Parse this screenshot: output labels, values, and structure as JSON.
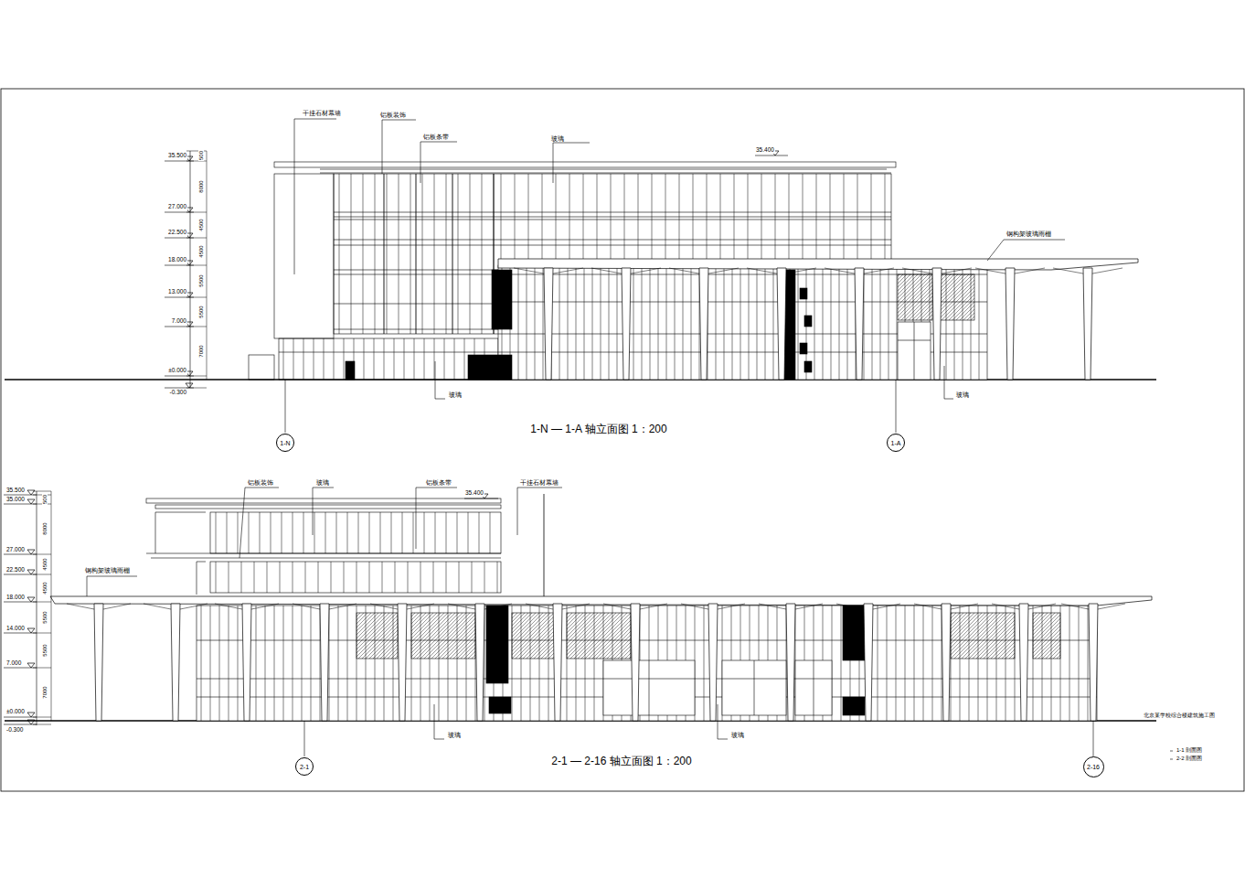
{
  "diagram": {
    "nodes": [
      {
        "text": [
          "1-N"
        ]
      },
      {
        "text": [
          "1-A"
        ]
      },
      {
        "text": [
          "2-1"
        ]
      },
      {
        "text": [
          "2-16"
        ]
      }
    ],
    "labels": [
      "干挂石材幕墙",
      "铝板装饰",
      "铝板条带",
      "玻璃",
      "35.400",
      "钢构架玻璃雨棚",
      "玻璃",
      "玻璃",
      "35.500",
      "27.000",
      "22.500",
      "18.000",
      "13.000",
      "7.000",
      "±0.000",
      "-0.300",
      "500",
      "8000",
      "4500",
      "4500",
      "5500",
      "5500",
      "7000",
      "1-N — 1-A 轴立面图 1：200",
      "铝板装饰",
      "玻璃",
      "铝板条带",
      "35.400",
      "干挂石材幕墙",
      "钢构架玻璃雨棚",
      "玻璃",
      "玻璃",
      "35.500",
      "35.000",
      "27.000",
      "22.500",
      "18.000",
      "14.000",
      "7.000",
      "±0.000",
      "-0.300",
      "500",
      "8000",
      "4500",
      "4500",
      "5500",
      "5500",
      "7000",
      "2-1 — 2-16 轴立面图 1：200",
      "北京某学校综合楼建筑施工图",
      "1-1 剖面图",
      "2-2 剖面图"
    ]
  }
}
